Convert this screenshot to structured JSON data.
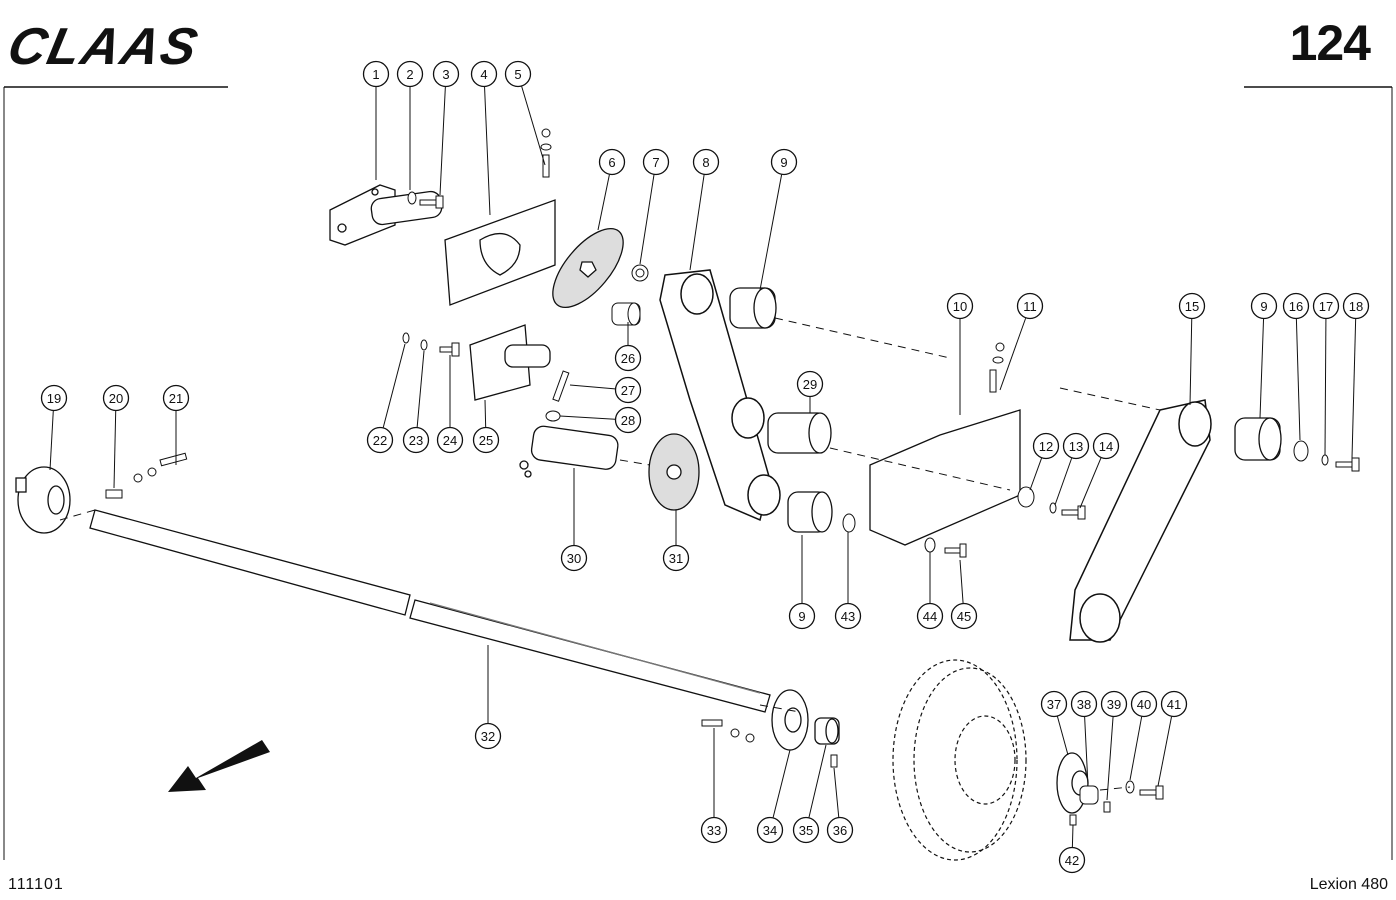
{
  "brand": "CLAAS",
  "page_number": "124",
  "drawing_id": "111101",
  "model": "Lexion 480",
  "callouts": [
    "1",
    "2",
    "3",
    "4",
    "5",
    "6",
    "7",
    "8",
    "9",
    "10",
    "11",
    "12",
    "13",
    "14",
    "15",
    "9",
    "16",
    "17",
    "18",
    "19",
    "20",
    "21",
    "22",
    "23",
    "24",
    "25",
    "27",
    "28",
    "26",
    "29",
    "30",
    "31",
    "9",
    "43",
    "44",
    "45",
    "32",
    "33",
    "34",
    "35",
    "36",
    "37",
    "38",
    "39",
    "40",
    "41",
    "42"
  ]
}
